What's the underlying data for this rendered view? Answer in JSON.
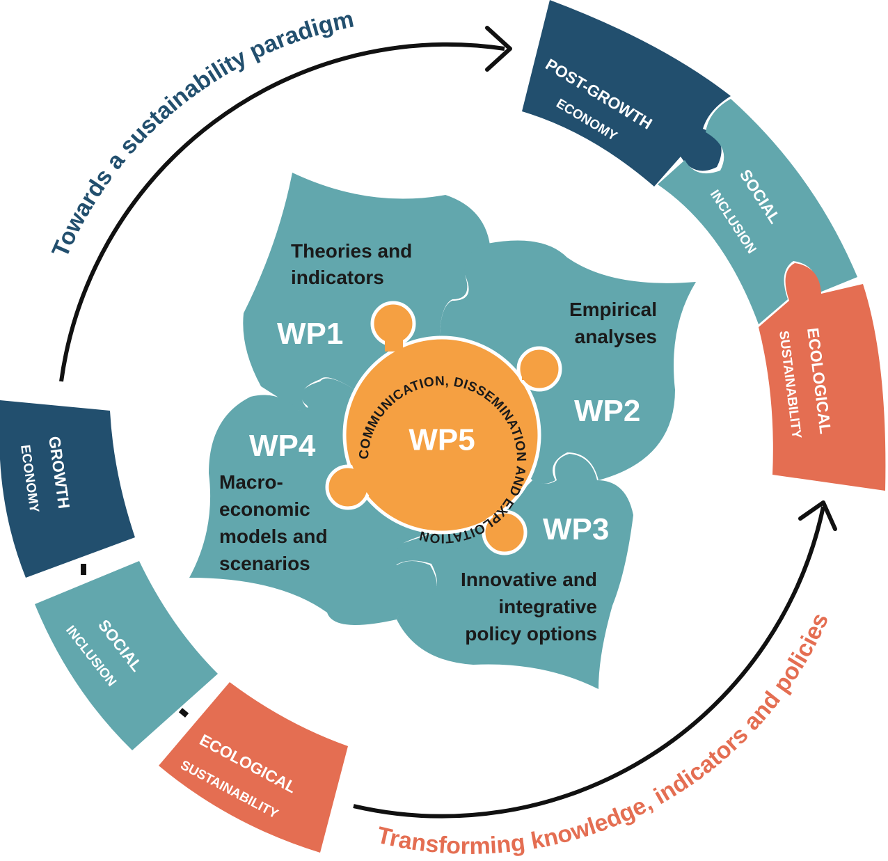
{
  "colors": {
    "navy": "#224f6e",
    "teal": "#62a7ad",
    "orange_red": "#e46e52",
    "wp5_orange": "#f5a042",
    "dark_text": "#1a1a1a",
    "title_navy": "#224f6e",
    "title_orange": "#e46e52"
  },
  "arcs": {
    "top_label": "Towards a sustainability paradigm",
    "bottom_label": "Transforming knowledge, indicators and policies"
  },
  "current_paradigm": {
    "growth_line1": "GROWTH",
    "growth_line2": "ECONOMY",
    "social_line1": "SOCIAL",
    "social_line2": "INCLUSION",
    "eco_line1": "ECOLOGICAL",
    "eco_line2": "SUSTAINABILITY"
  },
  "target_paradigm": {
    "postgrowth_line1": "POST-GROWTH",
    "postgrowth_line2": "ECONOMY",
    "social_line1": "SOCIAL",
    "social_line2": "INCLUSION",
    "eco_line1": "ECOLOGICAL",
    "eco_line2": "SUSTAINABILITY"
  },
  "work_packages": {
    "wp1": {
      "title": "WP1",
      "desc_line1": "Theories and",
      "desc_line2": "indicators"
    },
    "wp2": {
      "title": "WP2",
      "desc_line1": "Empirical",
      "desc_line2": "analyses"
    },
    "wp3": {
      "title": "WP3",
      "desc_line1": "Innovative and",
      "desc_line2": "integrative",
      "desc_line3": "policy options"
    },
    "wp4": {
      "title": "WP4",
      "desc_line1": "Macro-",
      "desc_line2": "economic",
      "desc_line3": "models and",
      "desc_line4": "scenarios"
    },
    "wp5": {
      "title": "WP5",
      "ring_text": "COMMUNICATION, DISSEMINATION AND EXPLOITATION"
    }
  }
}
